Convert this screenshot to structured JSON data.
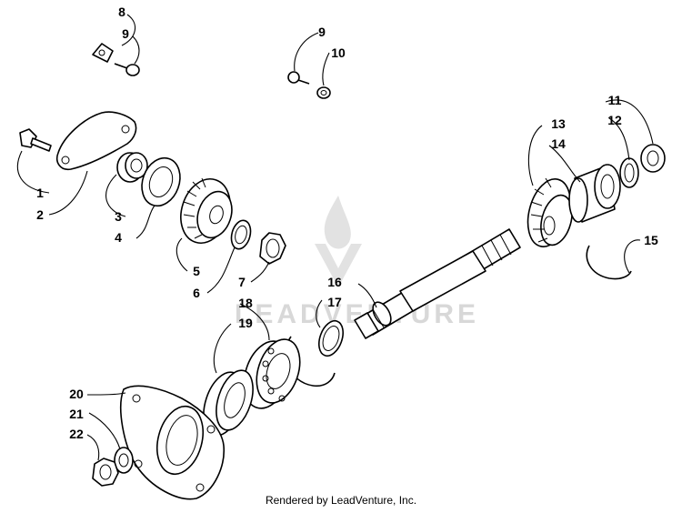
{
  "callouts": [
    "1",
    "2",
    "3",
    "4",
    "5",
    "6",
    "7",
    "8",
    "9",
    "9",
    "10",
    "11",
    "12",
    "13",
    "14",
    "15",
    "16",
    "17",
    "18",
    "19",
    "20",
    "21",
    "22"
  ],
  "watermark_text": "LEADVENTURE",
  "footer_text": "Rendered by LeadVenture, Inc."
}
